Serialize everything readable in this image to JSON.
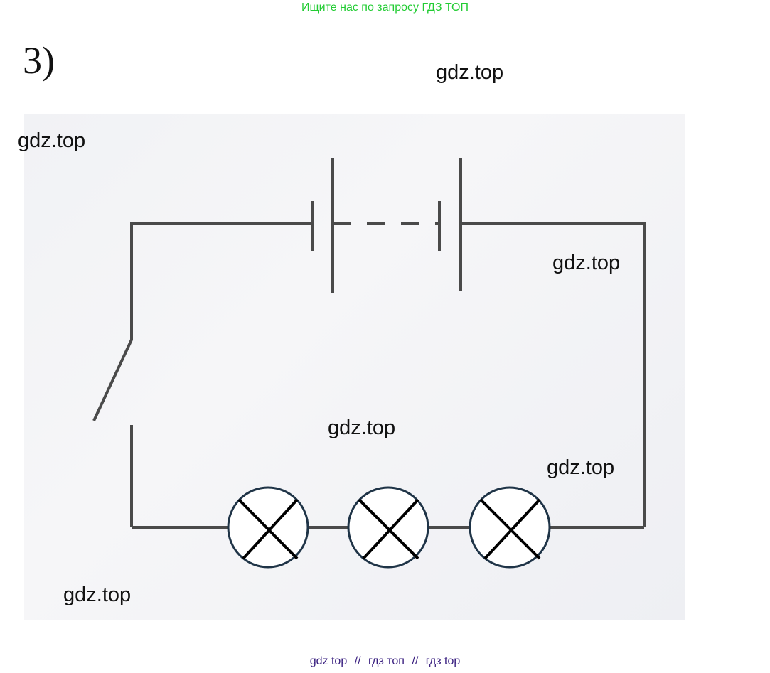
{
  "banner": {
    "text": "Ищите нас по запросу ГДЗ ТОП"
  },
  "problem": {
    "number": "3)"
  },
  "watermarks": [
    "gdz.top",
    "gdz.top",
    "gdz.top",
    "gdz.top",
    "gdz.top",
    "gdz.top"
  ],
  "footer": {
    "links": [
      "gdz top",
      "гдз топ",
      "гдз top"
    ],
    "separator": "//"
  },
  "colors": {
    "banner": "#22cc33",
    "wire": "#4a4a4a",
    "lamp_outline": "#1f3447",
    "footer": "#3a2080"
  },
  "diagram": {
    "components": [
      "battery-cell",
      "battery-cell",
      "switch-open",
      "lamp",
      "lamp",
      "lamp"
    ]
  }
}
